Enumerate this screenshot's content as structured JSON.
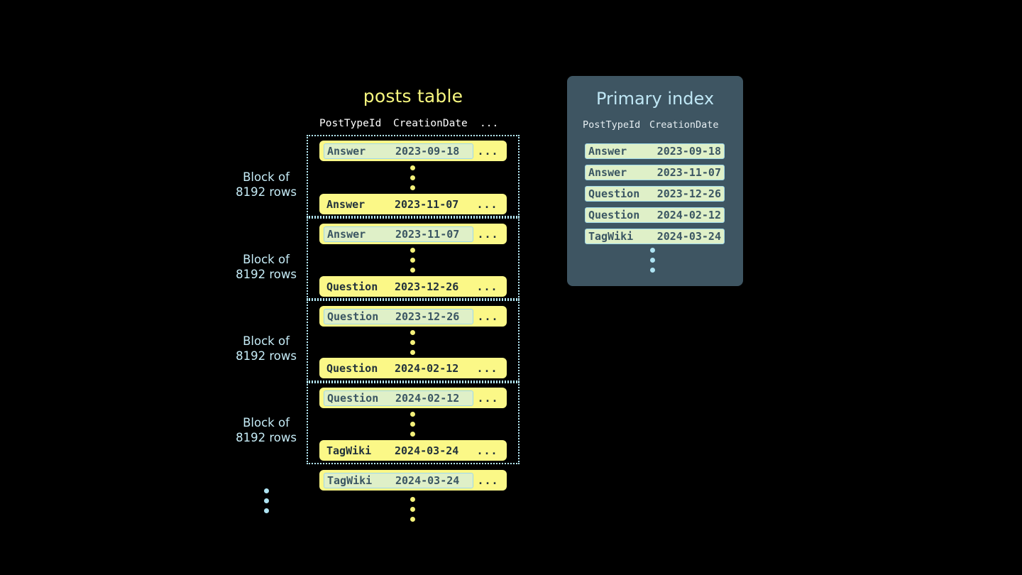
{
  "table": {
    "title": "posts table",
    "columns": {
      "post_type_id": "PostTypeId",
      "creation_date": "CreationDate",
      "more": "..."
    },
    "block_label_line1": "Block of",
    "block_label_line2": "8192 rows",
    "more_cell": "...",
    "blocks": [
      {
        "first_row": {
          "type": "Answer",
          "date": "2023-09-18",
          "more": "...",
          "highlighted": true
        },
        "last_row": {
          "type": "Answer",
          "date": "2023-11-07",
          "more": "...",
          "highlighted": false
        }
      },
      {
        "first_row": {
          "type": "Answer",
          "date": "2023-11-07",
          "more": "...",
          "highlighted": true
        },
        "last_row": {
          "type": "Question",
          "date": "2023-12-26",
          "more": "...",
          "highlighted": false
        }
      },
      {
        "first_row": {
          "type": "Question",
          "date": "2023-12-26",
          "more": "...",
          "highlighted": true
        },
        "last_row": {
          "type": "Question",
          "date": "2024-02-12",
          "more": "...",
          "highlighted": false
        }
      },
      {
        "first_row": {
          "type": "Question",
          "date": "2024-02-12",
          "more": "...",
          "highlighted": true
        },
        "last_row": {
          "type": "TagWiki",
          "date": "2024-03-24",
          "more": "...",
          "highlighted": false
        }
      }
    ],
    "trailing_row": {
      "type": "TagWiki",
      "date": "2024-03-24",
      "more": "...",
      "highlighted": true
    }
  },
  "index": {
    "title": "Primary index",
    "columns": {
      "post_type_id": "PostTypeId",
      "creation_date": "CreationDate"
    },
    "rows": [
      {
        "type": "Answer",
        "date": "2023-09-18"
      },
      {
        "type": "Answer",
        "date": "2023-11-07"
      },
      {
        "type": "Question",
        "date": "2023-12-26"
      },
      {
        "type": "Question",
        "date": "2024-02-12"
      },
      {
        "type": "TagWiki",
        "date": "2024-03-24"
      }
    ]
  },
  "colors": {
    "background": "#000000",
    "row_yellow": "#fbf887",
    "row_highlight": "#dff0c8",
    "accent_cyan": "#b5e8f5",
    "panel_slate": "#3e5562",
    "title_yellow": "#f7f77f"
  }
}
